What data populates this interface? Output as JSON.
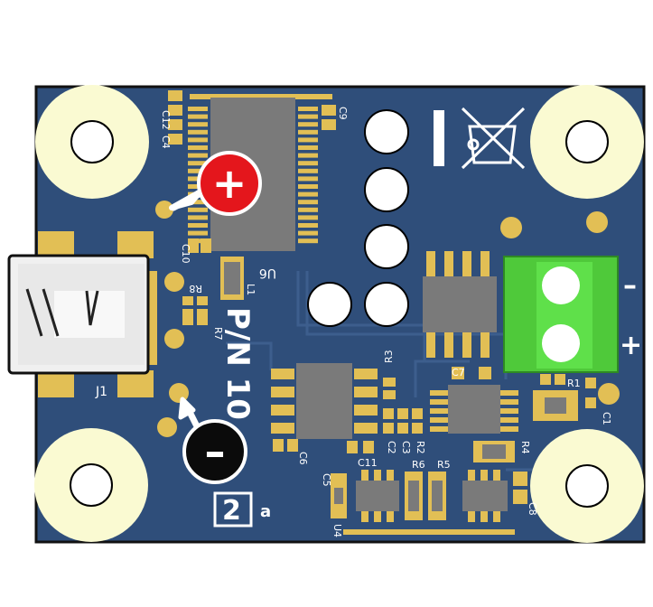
{
  "board": {
    "part_number": "P/N 10",
    "revision_digit": "2",
    "revision_letter": "a",
    "terminal_minus": "–",
    "terminal_plus": "+",
    "callout_plus": "+",
    "callout_minus": "–"
  },
  "designators": {
    "c12": "C12",
    "c4": "C4",
    "c9": "C9",
    "c10": "C10",
    "u6": "U6",
    "l1": "L1",
    "r8": "R8",
    "r7": "R7",
    "j1": "J1",
    "r3": "R3",
    "c7": "C7",
    "c6": "C6",
    "c11": "C11",
    "c2": "C2",
    "c3": "C3",
    "r2": "R2",
    "r1": "R1",
    "c1": "C1",
    "r4": "R4",
    "c5": "C5",
    "r6": "R6",
    "r5": "R5",
    "c8": "C8",
    "u4": "U4"
  },
  "colors": {
    "pcb": "#2f4e7a",
    "outline": "#111111",
    "pad_gold": "#e2bf55",
    "mount_ring": "#fafad2",
    "ic_body": "#7a7a7a",
    "terminal_green": "#4fc93a",
    "callout_red": "#e4161c",
    "callout_black": "#0b0b0b"
  }
}
